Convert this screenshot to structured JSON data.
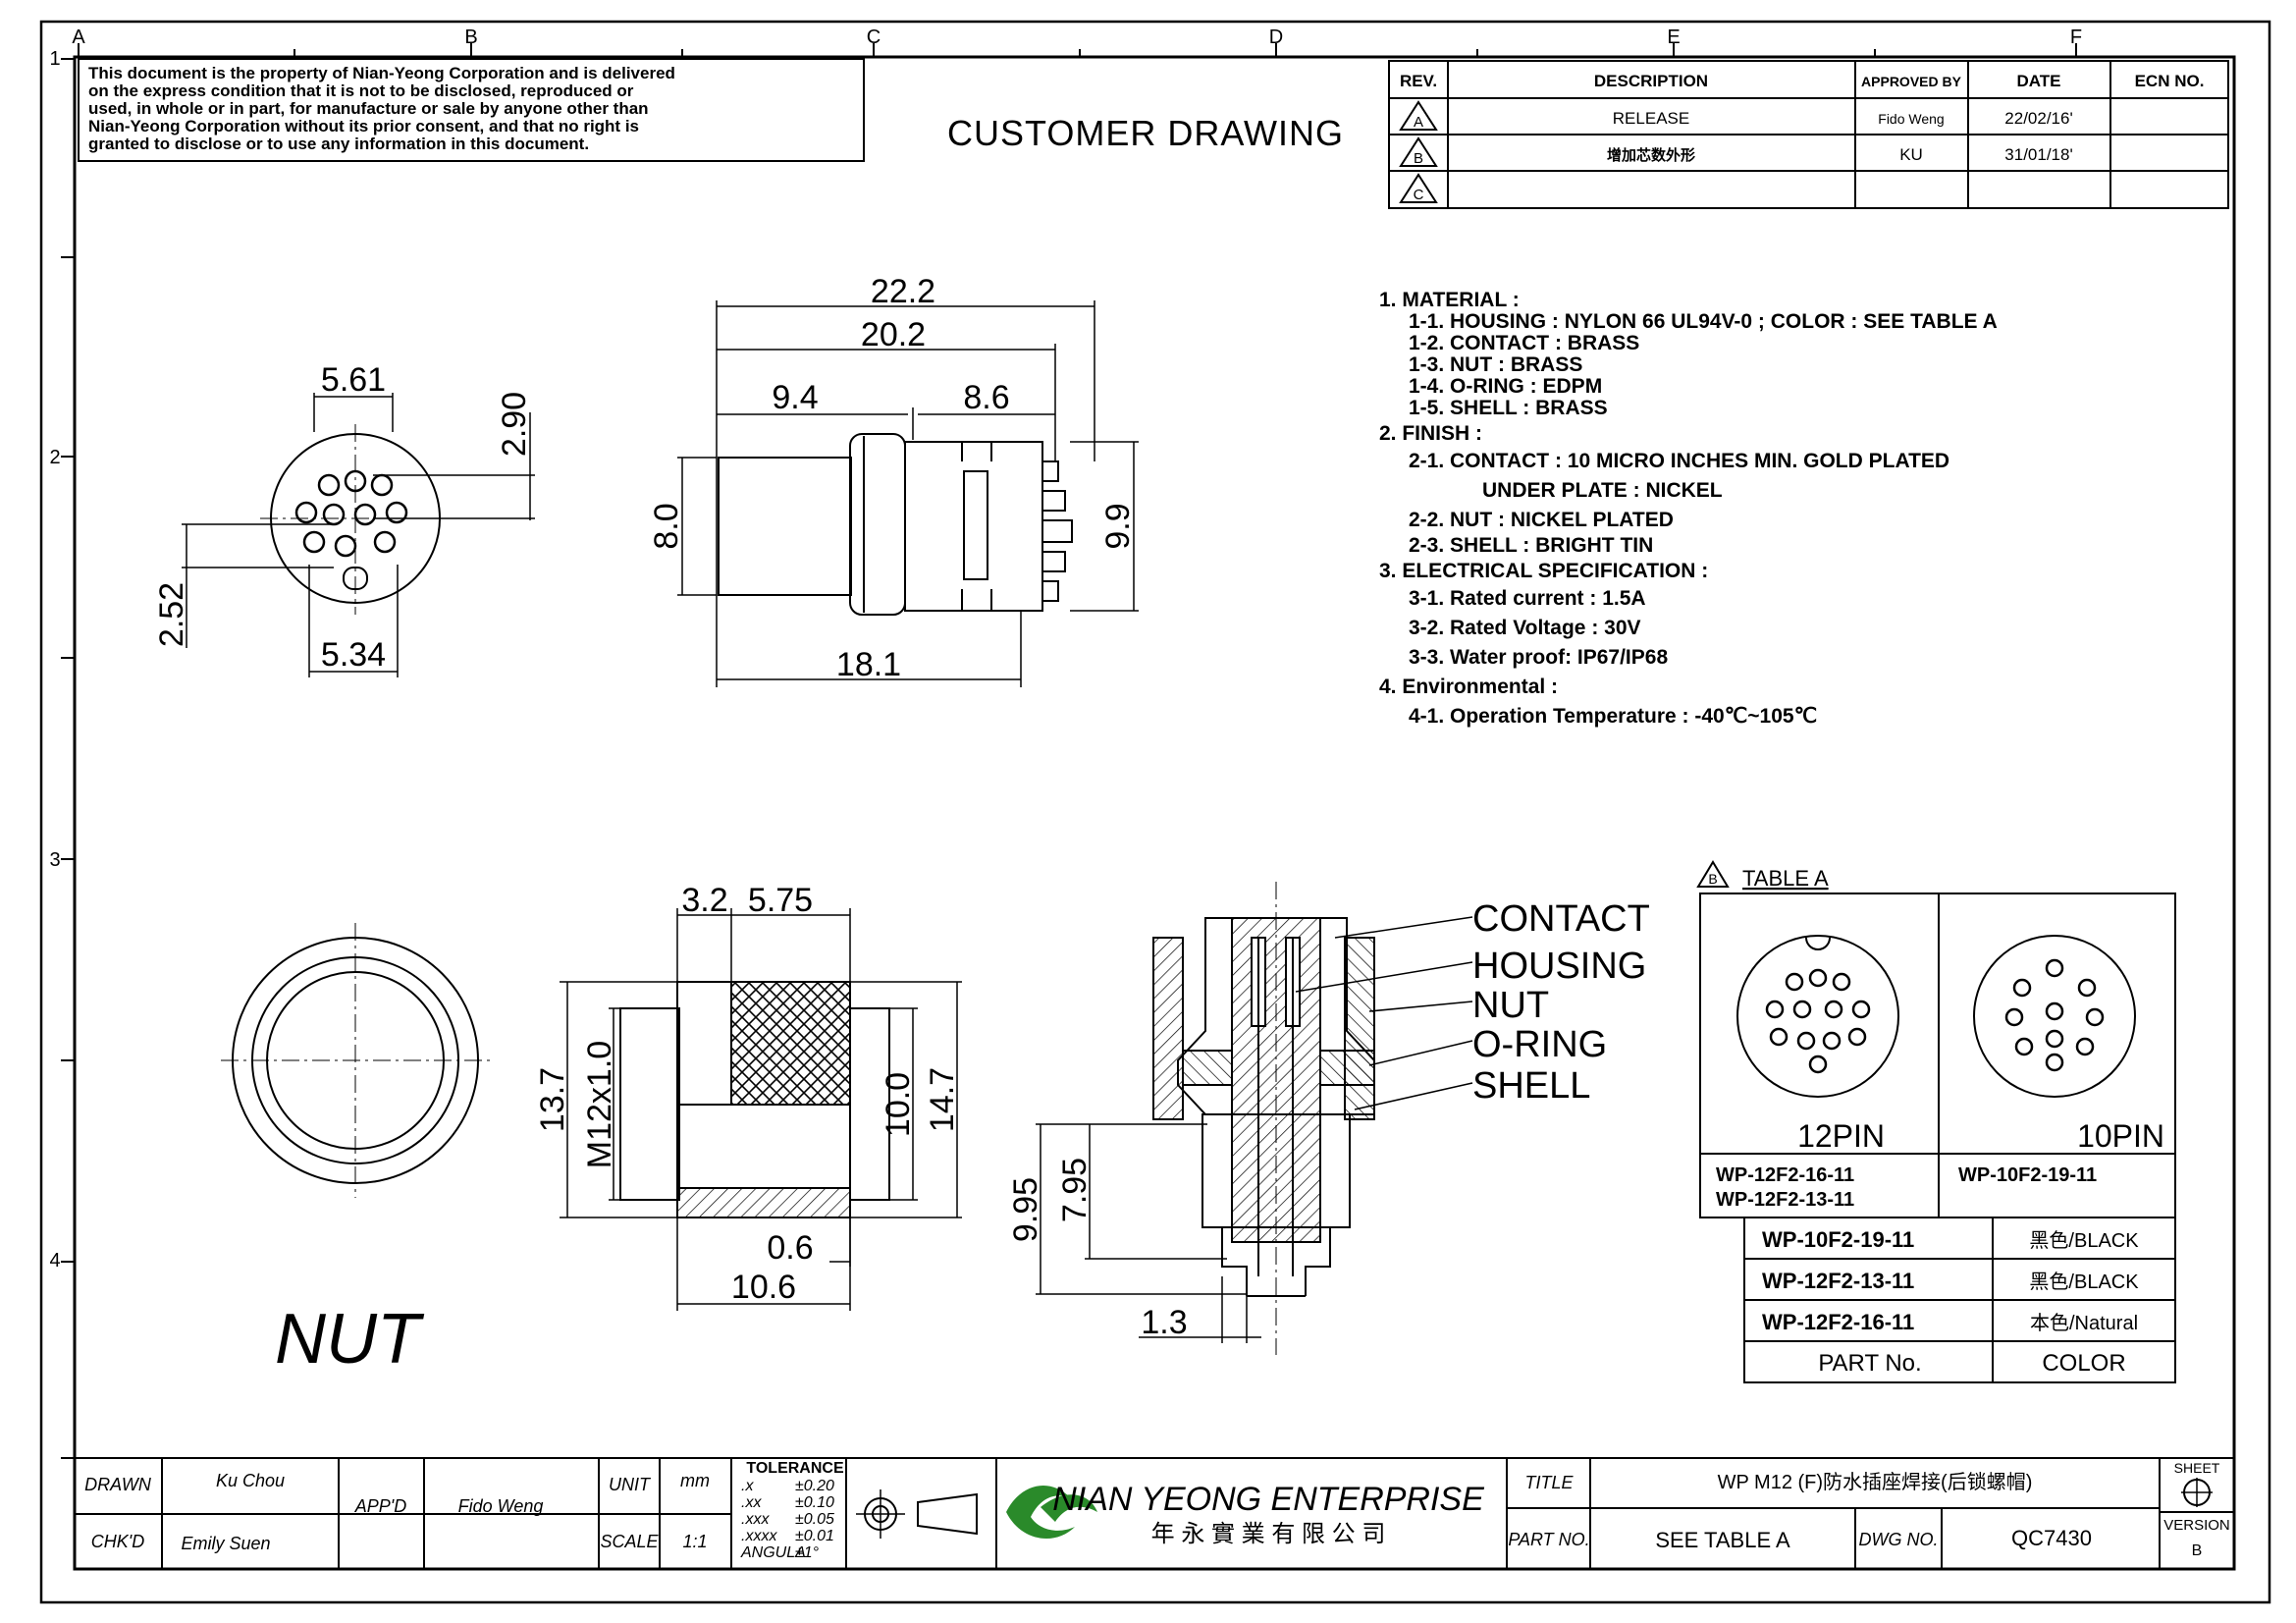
{
  "grid": {
    "columns": [
      "A",
      "B",
      "C",
      "D",
      "E",
      "F"
    ],
    "rows": [
      "1",
      "2",
      "3",
      "4"
    ]
  },
  "notice": {
    "lines": [
      "This document is the property of Nian-Yeong Corporation and is delivered",
      "on  the  express condition that it is not to be disclosed, reproduced or",
      "used, in whole or in part, for manufacture or sale by anyone other than",
      "Nian-Yeong Corporation without  its prior consent, and that  no right  is",
      "granted to disclose or to use any information in this  document."
    ]
  },
  "header_title": "CUSTOMER  DRAWING",
  "revision_table": {
    "headers": [
      "REV.",
      "DESCRIPTION",
      "APPROVED BY",
      "DATE",
      "ECN NO."
    ],
    "rows": [
      {
        "rev": "A",
        "description": "RELEASE",
        "approved_by": "Fido Weng",
        "date": "22/02/16'",
        "ecn": ""
      },
      {
        "rev": "B",
        "description": "增加芯数外形",
        "approved_by": "KU",
        "date": "31/01/18'",
        "ecn": ""
      },
      {
        "rev": "C",
        "description": "",
        "approved_by": "",
        "date": "",
        "ecn": ""
      }
    ]
  },
  "dimensions": {
    "front_width_top": "5.61",
    "front_height_right": "2.90",
    "front_offset_left": "2.52",
    "front_width_bottom": "5.34",
    "side_overall": "22.2",
    "side_length": "20.2",
    "side_front": "9.4",
    "side_rear": "8.6",
    "side_diameter_left": "8.0",
    "side_height_right": "9.9",
    "side_base": "18.1",
    "nut_a": "3.2",
    "nut_b": "5.75",
    "nut_height_left": "13.7",
    "nut_thread": "M12x1.0",
    "nut_inner": "10.0",
    "nut_outer": "14.7",
    "nut_wall": "0.6",
    "nut_length": "10.6",
    "sect_a": "9.95",
    "sect_b": "7.95",
    "sect_c": "1.3"
  },
  "callouts": [
    "CONTACT",
    "HOUSING",
    "NUT",
    "O-RING",
    "SHELL"
  ],
  "nut_label": "NUT",
  "specs": [
    "1. MATERIAL :",
    "1-1. HOUSING : NYLON 66 UL94V-0 ; COLOR : SEE TABLE A",
    "1-2. CONTACT : BRASS",
    "1-3. NUT : BRASS",
    "1-4. O-RING : EDPM",
    "1-5. SHELL : BRASS",
    "2. FINISH :",
    "2-1. CONTACT : 10 MICRO INCHES MIN. GOLD PLATED",
    "UNDER PLATE : NICKEL",
    "2-2. NUT : NICKEL PLATED",
    "2-3. SHELL : BRIGHT TIN",
    "3. ELECTRICAL SPECIFICATION :",
    "3-1. Rated current : 1.5A",
    "3-2. Rated Voltage : 30V",
    "3-3. Water proof: IP67/IP68",
    "4. Environmental :",
    "4-1. Operation Temperature : -40℃~105℃"
  ],
  "table_a": {
    "title": "TABLE A",
    "rev_mark": "B",
    "layouts": [
      {
        "label": "12PIN",
        "parts": [
          "WP-12F2-16-11",
          "WP-12F2-13-11"
        ]
      },
      {
        "label": "10PIN",
        "parts": [
          "WP-10F2-19-11"
        ]
      }
    ],
    "rows": [
      {
        "part": "WP-10F2-19-11",
        "color": "黑色/BLACK"
      },
      {
        "part": "WP-12F2-13-11",
        "color": "黑色/BLACK"
      },
      {
        "part": "WP-12F2-16-11",
        "color": "本色/Natural"
      }
    ],
    "footer": {
      "part": "PART No.",
      "color": "COLOR"
    }
  },
  "title_block": {
    "drawn_label": "DRAWN",
    "drawn_value": "Ku Chou",
    "chkd_label": "CHK'D",
    "chkd_value": "Emily Suen",
    "appd_label": "APP'D",
    "appd_value": "Fido Weng",
    "unit_label": "UNIT",
    "unit_value": "mm",
    "scale_label": "SCALE",
    "scale_value": "1:1",
    "tolerance_title": "TOLERANCE",
    "tolerances": [
      {
        "k": ".x",
        "v": "±0.20"
      },
      {
        "k": ".xx",
        "v": "±0.10"
      },
      {
        "k": ".xxx",
        "v": "±0.05"
      },
      {
        "k": ".xxxx",
        "v": "±0.01"
      },
      {
        "k": "ANGULA",
        "v": "±1°"
      }
    ],
    "company_en": "NIAN YEONG ENTERPRISE",
    "company_cn": "年 永 實 業 有 限 公 司",
    "title_label": "TITLE",
    "title_value": "WP M12 (F)防水插座焊接(后锁螺帽)",
    "part_label": "PART NO.",
    "part_value": "SEE TABLE A",
    "dwg_label": "DWG NO.",
    "dwg_value": "QC7430",
    "sheet_label": "SHEET",
    "version_label": "VERSION",
    "version_value": "B"
  }
}
